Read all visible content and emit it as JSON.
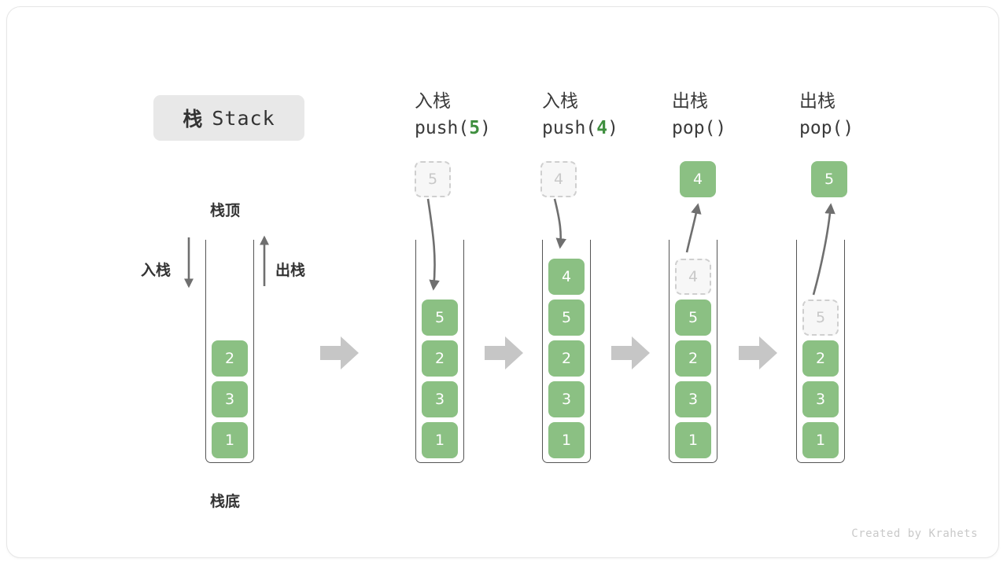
{
  "title": {
    "cn": "栈",
    "en": "Stack"
  },
  "labels": {
    "top": "栈顶",
    "bottom": "栈底",
    "push_side": "入栈",
    "pop_side": "出栈"
  },
  "colors": {
    "cell_fill": "#8bc083",
    "cell_text": "#ffffff",
    "ghost_fill": "#f7f7f7",
    "ghost_border": "#cfcfcf",
    "ghost_text": "#c8c8c8",
    "arrow": "#6f6f6f",
    "step_arrow": "#c6c6c6",
    "badge_bg": "#e8e8e8",
    "text": "#333333",
    "accent_green": "#3f8f3f",
    "card_border": "#e6e6e6",
    "watermark": "#c9c9c9"
  },
  "initial_stack": {
    "values": [
      "2",
      "3",
      "1"
    ],
    "note": "top-to-bottom order"
  },
  "steps": [
    {
      "id": "push5",
      "head_line1": "入栈",
      "head_op": "push(",
      "head_arg": "5",
      "head_close": ")",
      "ghost_above": "5",
      "ghost_above_visible": true,
      "result_badge": null,
      "stack": [
        "5",
        "2",
        "3",
        "1"
      ],
      "ghost_in_stack_index": -1,
      "direction": "down"
    },
    {
      "id": "push4",
      "head_line1": "入栈",
      "head_op": "push(",
      "head_arg": "4",
      "head_close": ")",
      "ghost_above": "4",
      "ghost_above_visible": true,
      "result_badge": null,
      "stack": [
        "4",
        "5",
        "2",
        "3",
        "1"
      ],
      "ghost_in_stack_index": -1,
      "direction": "down"
    },
    {
      "id": "pop1",
      "head_line1": "出栈",
      "head_op": "pop(",
      "head_arg": "",
      "head_close": ")",
      "ghost_above": null,
      "ghost_above_visible": false,
      "result_badge": "4",
      "stack": [
        "4",
        "5",
        "2",
        "3",
        "1"
      ],
      "ghost_in_stack_index": 0,
      "direction": "up"
    },
    {
      "id": "pop2",
      "head_line1": "出栈",
      "head_op": "pop(",
      "head_arg": "",
      "head_close": ")",
      "ghost_above": null,
      "ghost_above_visible": false,
      "result_badge": "5",
      "stack": [
        "5",
        "2",
        "3",
        "1"
      ],
      "ghost_in_stack_index": 0,
      "direction": "up"
    }
  ],
  "watermark": "Created by Krahets"
}
